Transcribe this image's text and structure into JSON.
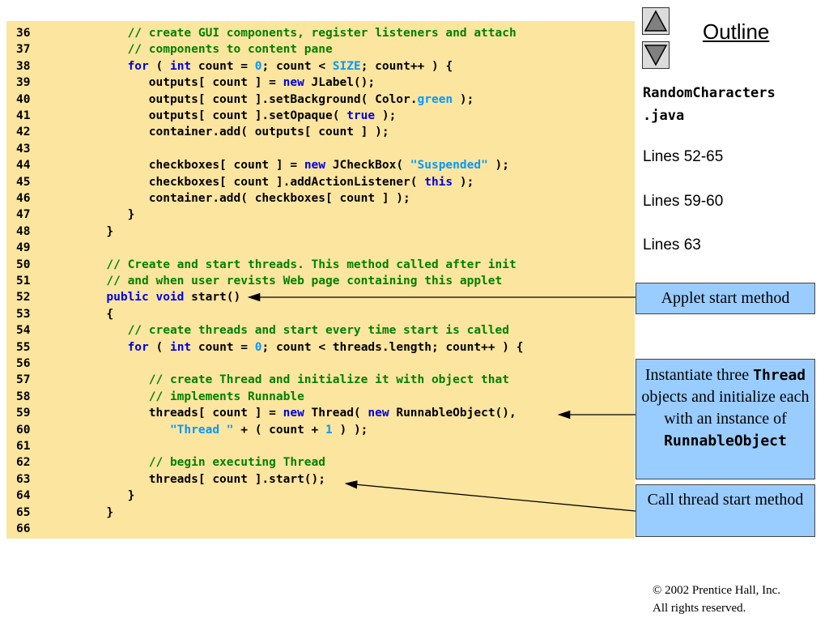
{
  "nav": {
    "up_icon": "triangle-up-icon",
    "down_icon": "triangle-down-icon"
  },
  "sidebar": {
    "title": "Outline",
    "filename_line1": "RandomCharacters",
    "filename_line2": ".java",
    "refs": [
      "Lines 52-65",
      "Lines 59-60",
      "Lines 63"
    ]
  },
  "callouts": {
    "applet_start": "Applet start method",
    "instantiate": {
      "part1": "Instantiate three ",
      "code1": "Thread",
      "part2": " objects and initialize each with an instance of ",
      "code2": "RunnableObject"
    },
    "call_start": "Call thread start method"
  },
  "copyright": {
    "symbol": "©",
    "line1": " 2002 Prentice Hall, Inc.",
    "line2": "All rights reserved."
  },
  "colors": {
    "code_background": "#fbe59f",
    "keyword": "#0000dd",
    "comment": "#008000",
    "literal": "#0099ff",
    "callout_background": "#99ccff"
  },
  "code_lines": [
    {
      "num": "36",
      "tokens": [
        {
          "t": "c",
          "v": "         // create GUI components, register listeners and attach"
        }
      ]
    },
    {
      "num": "37",
      "tokens": [
        {
          "t": "c",
          "v": "         // components to content pane"
        }
      ]
    },
    {
      "num": "38",
      "tokens": [
        {
          "t": "k",
          "v": "         for"
        },
        {
          "t": "t",
          "v": " ( "
        },
        {
          "t": "k",
          "v": "int"
        },
        {
          "t": "t",
          "v": " count = "
        },
        {
          "t": "n",
          "v": "0"
        },
        {
          "t": "t",
          "v": "; count < "
        },
        {
          "t": "n",
          "v": "SIZE"
        },
        {
          "t": "t",
          "v": "; count++ ) {"
        }
      ]
    },
    {
      "num": "39",
      "tokens": [
        {
          "t": "t",
          "v": "            outputs[ count ] = "
        },
        {
          "t": "k",
          "v": "new"
        },
        {
          "t": "t",
          "v": " JLabel();"
        }
      ]
    },
    {
      "num": "40",
      "tokens": [
        {
          "t": "t",
          "v": "            outputs[ count ].setBackground( Color."
        },
        {
          "t": "s",
          "v": "green"
        },
        {
          "t": "t",
          "v": " );"
        }
      ]
    },
    {
      "num": "41",
      "tokens": [
        {
          "t": "t",
          "v": "            outputs[ count ].setOpaque( "
        },
        {
          "t": "k",
          "v": "true"
        },
        {
          "t": "t",
          "v": " );"
        }
      ]
    },
    {
      "num": "42",
      "tokens": [
        {
          "t": "t",
          "v": "            container.add( outputs[ count ] );"
        }
      ]
    },
    {
      "num": "43",
      "tokens": []
    },
    {
      "num": "44",
      "tokens": [
        {
          "t": "t",
          "v": "            checkboxes[ count ] = "
        },
        {
          "t": "k",
          "v": "new"
        },
        {
          "t": "t",
          "v": " JCheckBox( "
        },
        {
          "t": "s",
          "v": "\"Suspended\""
        },
        {
          "t": "t",
          "v": " );"
        }
      ]
    },
    {
      "num": "45",
      "tokens": [
        {
          "t": "t",
          "v": "            checkboxes[ count ].addActionListener( "
        },
        {
          "t": "k",
          "v": "this"
        },
        {
          "t": "t",
          "v": " );"
        }
      ]
    },
    {
      "num": "46",
      "tokens": [
        {
          "t": "t",
          "v": "            container.add( checkboxes[ count ] );"
        }
      ]
    },
    {
      "num": "47",
      "tokens": [
        {
          "t": "t",
          "v": "         }"
        }
      ]
    },
    {
      "num": "48",
      "tokens": [
        {
          "t": "t",
          "v": "      }"
        }
      ]
    },
    {
      "num": "49",
      "tokens": []
    },
    {
      "num": "50",
      "tokens": [
        {
          "t": "c",
          "v": "      // Create and start threads. This method called after init"
        }
      ]
    },
    {
      "num": "51",
      "tokens": [
        {
          "t": "c",
          "v": "      // and when user revists Web page containing this applet"
        }
      ]
    },
    {
      "num": "52",
      "tokens": [
        {
          "t": "k",
          "v": "      public void"
        },
        {
          "t": "t",
          "v": " start()"
        }
      ]
    },
    {
      "num": "53",
      "tokens": [
        {
          "t": "t",
          "v": "      {"
        }
      ]
    },
    {
      "num": "54",
      "tokens": [
        {
          "t": "c",
          "v": "         // create threads and start every time start is called"
        }
      ]
    },
    {
      "num": "55",
      "tokens": [
        {
          "t": "k",
          "v": "         for"
        },
        {
          "t": "t",
          "v": " ( "
        },
        {
          "t": "k",
          "v": "int"
        },
        {
          "t": "t",
          "v": " count = "
        },
        {
          "t": "n",
          "v": "0"
        },
        {
          "t": "t",
          "v": "; count < threads.length; count++ ) {"
        }
      ]
    },
    {
      "num": "56",
      "tokens": []
    },
    {
      "num": "57",
      "tokens": [
        {
          "t": "c",
          "v": "            // create Thread and initialize it with object that"
        }
      ]
    },
    {
      "num": "58",
      "tokens": [
        {
          "t": "c",
          "v": "            // implements Runnable"
        }
      ]
    },
    {
      "num": "59",
      "tokens": [
        {
          "t": "t",
          "v": "            threads[ count ] = "
        },
        {
          "t": "k",
          "v": "new"
        },
        {
          "t": "t",
          "v": " Thread( "
        },
        {
          "t": "k",
          "v": "new"
        },
        {
          "t": "t",
          "v": " RunnableObject(),"
        }
      ]
    },
    {
      "num": "60",
      "tokens": [
        {
          "t": "s",
          "v": "               \"Thread \""
        },
        {
          "t": "t",
          "v": " + ( count + "
        },
        {
          "t": "n",
          "v": "1"
        },
        {
          "t": "t",
          "v": " ) );"
        }
      ]
    },
    {
      "num": "61",
      "tokens": []
    },
    {
      "num": "62",
      "tokens": [
        {
          "t": "c",
          "v": "            // begin executing Thread"
        }
      ]
    },
    {
      "num": "63",
      "tokens": [
        {
          "t": "t",
          "v": "            threads[ count ].start();"
        }
      ]
    },
    {
      "num": "64",
      "tokens": [
        {
          "t": "t",
          "v": "         }"
        }
      ]
    },
    {
      "num": "65",
      "tokens": [
        {
          "t": "t",
          "v": "      }"
        }
      ]
    },
    {
      "num": "66",
      "tokens": []
    }
  ]
}
